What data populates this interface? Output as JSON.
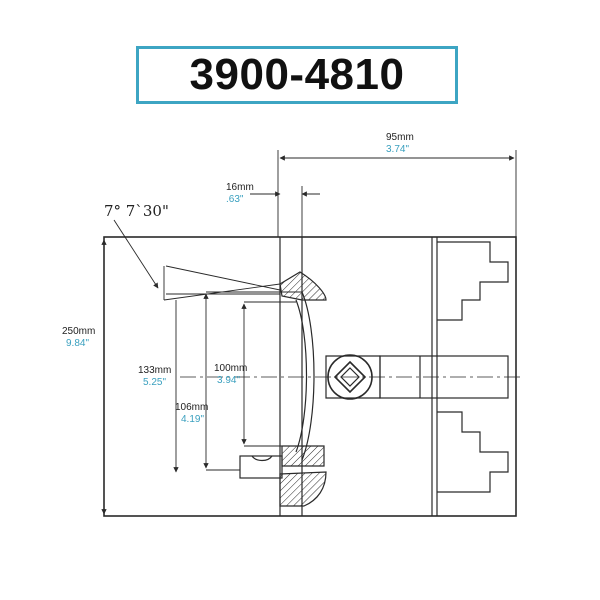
{
  "title": "3900-4810",
  "colors": {
    "accent": "#3da5c3",
    "line": "#2a2a2a",
    "inch_text": "#3aa0bf"
  },
  "angle_label": "7°  7`30\"",
  "dimensions": [
    {
      "id": "overall-depth",
      "mm": "95mm",
      "inch": "3.74\""
    },
    {
      "id": "jaw-step",
      "mm": "16mm",
      "inch": ".63\""
    },
    {
      "id": "outer-diameter",
      "mm": "250mm",
      "inch": "9.84\""
    },
    {
      "id": "jaw-span",
      "mm": "133mm",
      "inch": "5.25\""
    },
    {
      "id": "bore-diameter",
      "mm": "100mm",
      "inch": "3.94\""
    },
    {
      "id": "inner-bore",
      "mm": "106mm",
      "inch": "4.19\""
    }
  ]
}
